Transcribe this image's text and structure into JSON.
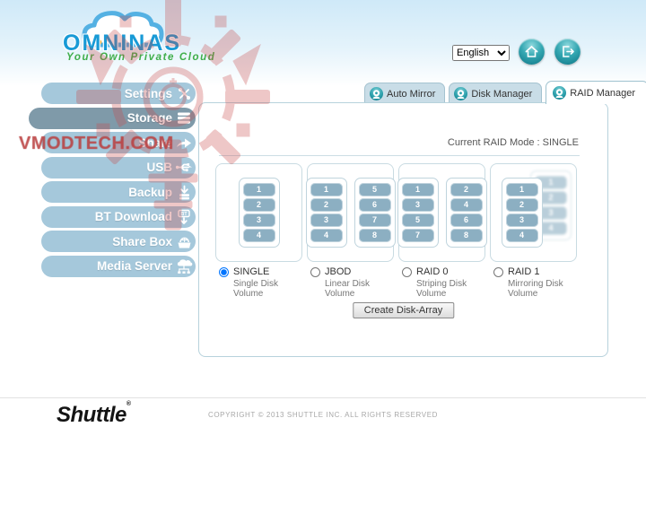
{
  "header": {
    "brand": "OMNINAS",
    "tagline": "Your Own Private Cloud",
    "language": "English"
  },
  "watermark": {
    "text": "VMODTECH.COM"
  },
  "sidebar": {
    "items": [
      {
        "label": "Settings",
        "icon": "tools-icon",
        "active": false
      },
      {
        "label": "Storage",
        "icon": "disks-icon",
        "active": true
      },
      {
        "label": "Share",
        "icon": "share-arrow-icon",
        "active": false
      },
      {
        "label": "USB",
        "icon": "usb-icon",
        "active": false
      },
      {
        "label": "Backup",
        "icon": "backup-icon",
        "active": false
      },
      {
        "label": "BT Download",
        "icon": "bt-download-icon",
        "active": false
      },
      {
        "label": "Share Box",
        "icon": "share-box-icon",
        "active": false
      },
      {
        "label": "Media Server",
        "icon": "media-server-icon",
        "active": false
      }
    ]
  },
  "tabs": [
    {
      "label": "Auto Mirror",
      "active": false
    },
    {
      "label": "Disk Manager",
      "active": false
    },
    {
      "label": "RAID Manager",
      "active": true
    }
  ],
  "main": {
    "current_mode": "Current RAID Mode : SINGLE",
    "raid_options": [
      {
        "id": "single",
        "name": "SINGLE",
        "description": "Single Disk Volume",
        "selected": true,
        "columns": [
          [
            "1",
            "2",
            "3",
            "4"
          ]
        ]
      },
      {
        "id": "jbod",
        "name": "JBOD",
        "description": "Linear Disk Volume",
        "selected": false,
        "columns": [
          [
            "1",
            "2",
            "3",
            "4"
          ],
          [
            "5",
            "6",
            "7",
            "8"
          ]
        ]
      },
      {
        "id": "raid0",
        "name": "RAID 0",
        "description": "Striping Disk Volume",
        "selected": false,
        "columns": [
          [
            "1",
            "3",
            "5",
            "7"
          ],
          [
            "2",
            "4",
            "6",
            "8"
          ]
        ]
      },
      {
        "id": "raid1",
        "name": "RAID 1",
        "description": "Mirroring Disk Volume",
        "selected": false,
        "columns": [
          [
            "1",
            "2",
            "3",
            "4"
          ]
        ],
        "mirror": [
          "1",
          "2",
          "3",
          "4"
        ]
      }
    ],
    "create_button": "Create Disk-Array"
  },
  "footer": {
    "brand": "Shuttle",
    "reg": "®",
    "copyright": "COPYRIGHT © 2013 SHUTTLE INC. ALL RIGHTS RESERVED"
  }
}
